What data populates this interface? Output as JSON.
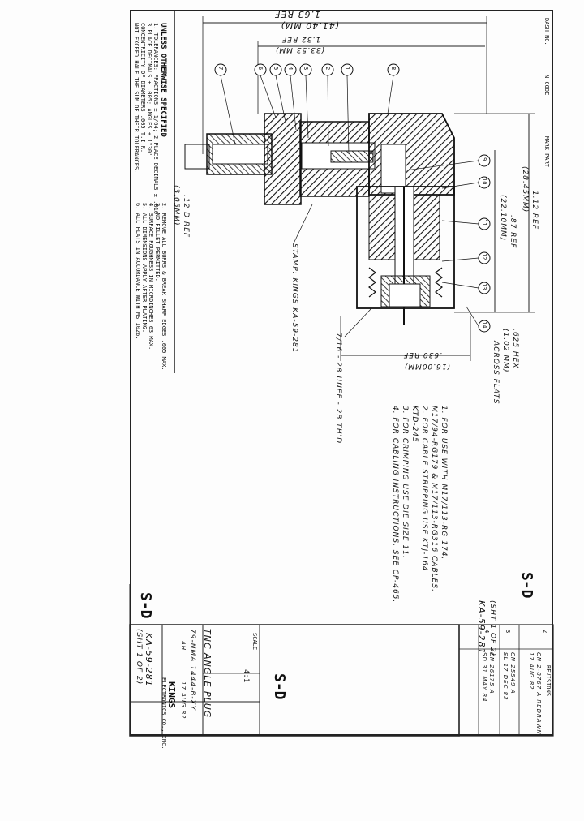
{
  "general_notes": {
    "heading": "UNLESS OTHERWISE SPECIFIED",
    "lines": [
      "1. TOLERANCES: FRACTIONS ± 1/64; 2 PLACE DECIMALS ± .010",
      "   3 PLACE DECIMALS ± .005; ANGLES ± 1°30'",
      "   CONCENTRICITY OF DIAMETERS .005 T.I.R.",
      "   NOT EXCEED HALF THE SUM OF THEIR TOLERANCES."
    ],
    "lines2": [
      "2. REMOVE ALL BURRS & BREAK SHARP EDGES .005 MAX.",
      "3. NO FILLET PERMITTED.",
      "4. SURFACE ROUGHNESS IN MICROINCHES 63 MAX.",
      "5. ALL DIMENSIONS APPLY AFTER PLATING.",
      "6. ALL FLATS IN ACCORDANCE WITH MS 1026."
    ]
  },
  "dimensions": {
    "overall_ref": "1.63 REF",
    "overall_mm": "(41.40 MM)",
    "body_ref": "1.32 REF",
    "body_mm": "(33.53 MM)",
    "height_ref": "1.12 REF",
    "height_mm": "(28.45MM)",
    "height2_ref": ".87 REF",
    "height2_mm": "(22.10MM)",
    "dia_ref": ".12 D REF",
    "dia_mm": "(3.05MM)",
    "hex_ref": ".630 REF",
    "hex_mm": "(16.00MM)",
    "flats_ref": ".625 HEX",
    "flats_mm": "(1.02 MM)",
    "flats_note": "ACROSS FLATS",
    "thread": "7/16 - 28 UNEF - 2B TH'D."
  },
  "balloons": [
    "7",
    "6",
    "5",
    "4",
    "3",
    "2",
    "1",
    "8",
    "9",
    "10",
    "11",
    "12",
    "13",
    "14"
  ],
  "stamp_note": "STAMP: KINGS  KA-59-281",
  "notes": [
    "1. FOR USE WITH M17/113-RG 174,",
    "   M17/94-RG179 & M17/113-RG316 CABLES.",
    "2. FOR CABLE STRIPPING USE KTJ-164",
    "   KTD-245",
    "3. FOR CRIMPING USE DIE SIZE 11.",
    "4. FOR CABLING INSTRUCTIONS, SEE CP-465."
  ],
  "sd_mark": "S-D",
  "sheet_ref": "KA-59-281",
  "sheet_of": "(SHT 1 OF 2)",
  "revisions": {
    "heading": "REVISIONS",
    "rows": [
      {
        "ltr": "2",
        "desc": "CN 2-8767 A REDRAWN",
        "date": "17 AUG 82"
      },
      {
        "ltr": "3",
        "desc": "CN 25549 A",
        "date": "SL 17 DEC 83"
      },
      {
        "ltr": "4",
        "desc": "CN 26175 A",
        "date": "SD 31 MAY 84"
      }
    ]
  },
  "title_block": {
    "scale_label": "SCALE",
    "scale": "4:1",
    "title": "TNC ANGLE PLUG",
    "part_no": "79-NMA 1444-B-XY",
    "company": "KINGS",
    "company_sub": "ELECTRONICS CO., INC.",
    "dwg_no": "KA-59-281",
    "sheet": "(SHT 1 OF 2)",
    "drawn": "AH",
    "date": "17 AUG 82"
  },
  "header_labels": [
    "DASH NO.",
    "N CODE",
    "MARK PART"
  ]
}
